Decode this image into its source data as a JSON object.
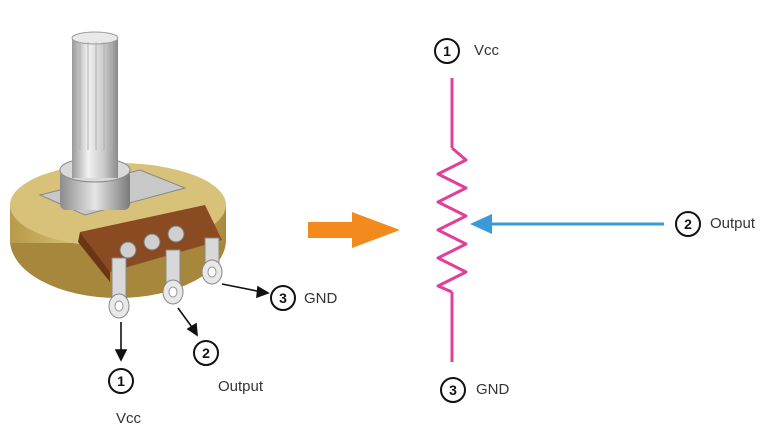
{
  "left_component": {
    "pins": [
      {
        "number": "1",
        "label": "Vcc"
      },
      {
        "number": "2",
        "label": "Output"
      },
      {
        "number": "3",
        "label": "GND"
      }
    ]
  },
  "schematic": {
    "top": {
      "number": "1",
      "label": "Vcc"
    },
    "wiper": {
      "number": "2",
      "label": "Output"
    },
    "bottom": {
      "number": "3",
      "label": "GND"
    }
  },
  "colors": {
    "resistor": "#e0409a",
    "wiper_arrow": "#3a9ad9",
    "transition_arrow": "#f28a1e",
    "pin_arrow": "#111111"
  }
}
